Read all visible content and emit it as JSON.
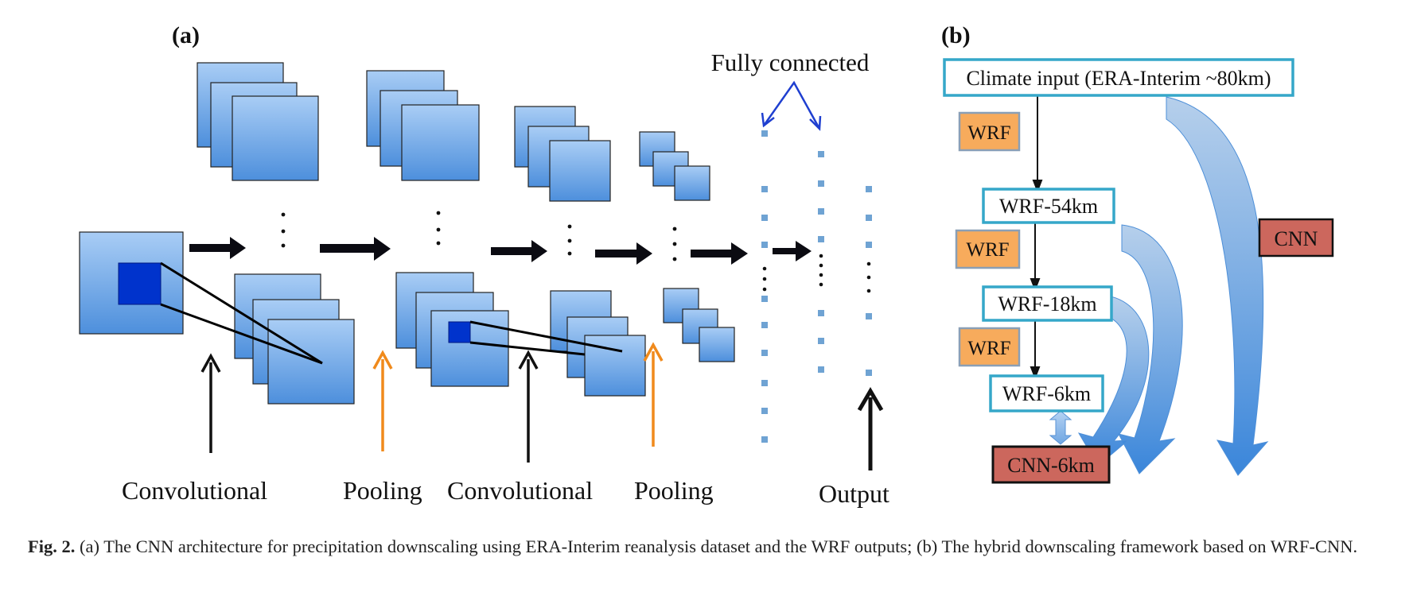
{
  "panel_a": {
    "label": "(a)",
    "fully_connected_label": "Fully connected",
    "stage_labels": [
      "Convolutional",
      "Pooling",
      "Convolutional",
      "Pooling"
    ],
    "output_label": "Output"
  },
  "panel_b": {
    "label": "(b)",
    "input_box": "Climate input (ERA-Interim ~80km)",
    "wrf_boxes": [
      "WRF-54km",
      "WRF-18km",
      "WRF-6km"
    ],
    "process_label": "WRF",
    "cnn_label": "CNN",
    "target_box": "CNN-6km"
  },
  "caption": {
    "fig_number": "Fig. 2.",
    "text": "(a) The CNN architecture for precipitation downscaling using ERA-Interim reanalysis dataset and the WRF outputs; (b) The hybrid downscaling framework based on WRF-CNN."
  },
  "colors": {
    "map_light": "#a9cdf5",
    "map_dark": "#4d8fdc",
    "filter": "#0033cc",
    "box_border": "#35a7c9",
    "wrf_fill": "#f7ab5c",
    "cnn_fill": "#cc675d",
    "dot": "#6fa3d3",
    "fc_arrow": "#1f3fd0",
    "pool_arrow": "#f08a1c"
  }
}
